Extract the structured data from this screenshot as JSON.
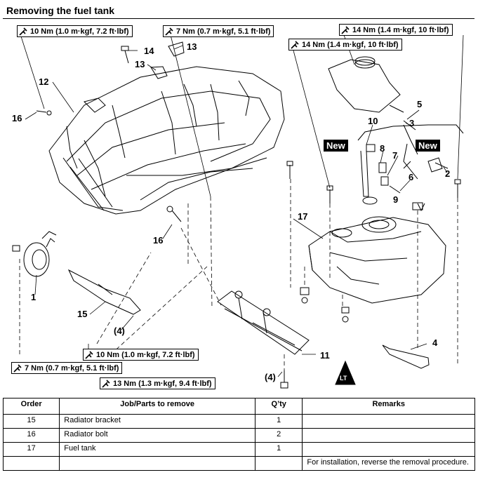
{
  "header": {
    "title": "Removing the fuel tank"
  },
  "torque_specs": [
    {
      "id": "t1",
      "text": "10 Nm (1.0 m·kgf, 7.2 ft·lbf)"
    },
    {
      "id": "t2",
      "text": "7 Nm (0.7 m·kgf, 5.1 ft·lbf)"
    },
    {
      "id": "t3",
      "text": "14 Nm (1.4 m·kgf, 10 ft·lbf)"
    },
    {
      "id": "t4",
      "text": "14 Nm (1.4 m·kgf, 10 ft·lbf)"
    },
    {
      "id": "t5",
      "text": "10 Nm (1.0 m·kgf, 7.2 ft·lbf)"
    },
    {
      "id": "t6",
      "text": "7 Nm (0.7 m·kgf, 5.1 ft·lbf)"
    },
    {
      "id": "t7",
      "text": "13 Nm (1.3 m·kgf, 9.4 ft·lbf)"
    }
  ],
  "callouts": {
    "c14": "14",
    "c13a": "13",
    "c13b": "13",
    "c12": "12",
    "c16a": "16",
    "c16b": "16",
    "c10": "10",
    "c8": "8",
    "c7": "7",
    "c6": "6",
    "c9": "9",
    "c5": "5",
    "c3": "3",
    "c2": "2",
    "c17": "17",
    "c1": "1",
    "c15": "15",
    "c4a": "(4)",
    "c4b": "4",
    "c11": "11",
    "c4c": "(4)"
  },
  "new_tags": [
    "New",
    "New"
  ],
  "lt_badge": "LT",
  "table": {
    "headers": [
      "Order",
      "Job/Parts to remove",
      "Q’ty",
      "Remarks"
    ],
    "rows": [
      {
        "order": "15",
        "job": "Radiator bracket",
        "qty": "1",
        "remarks": ""
      },
      {
        "order": "16",
        "job": "Radiator bolt",
        "qty": "2",
        "remarks": ""
      },
      {
        "order": "17",
        "job": "Fuel tank",
        "qty": "1",
        "remarks": ""
      },
      {
        "order": "",
        "job": "",
        "qty": "",
        "remarks": "For installation, reverse the removal procedure."
      }
    ]
  }
}
